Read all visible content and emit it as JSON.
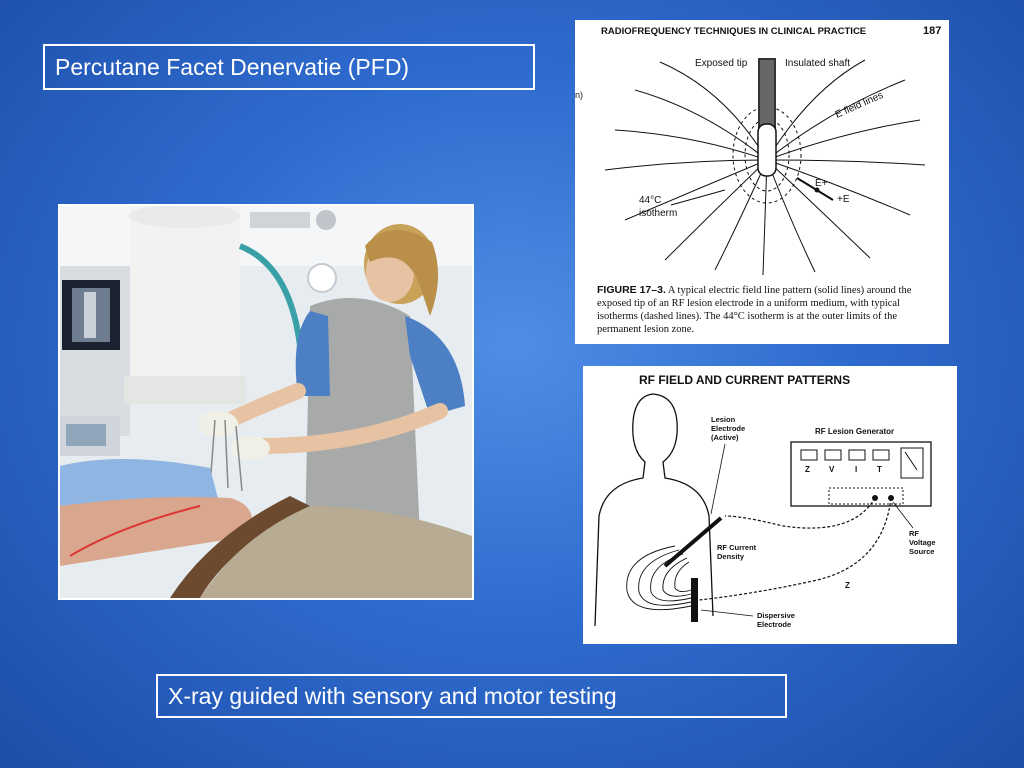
{
  "slide": {
    "title": "Percutane Facet Denervatie (PFD)",
    "caption": "X-ray guided with sensory and motor testing"
  },
  "figure1": {
    "header": "RADIOFREQUENCY TECHNIQUES IN CLINICAL PRACTICE",
    "page_number": "187",
    "label_exposed_tip": "Exposed tip",
    "label_insulated_shaft": "Insulated shaft",
    "label_field_lines": "E field lines",
    "label_isotherm_temp": "44°C",
    "label_isotherm": "isotherm",
    "label_e_plus": "E+",
    "label_plus_e": "+E",
    "margin_fragment": "n)",
    "caption_label": "FIGURE 17–3.",
    "caption_text": "A typical electric field line pattern (solid lines) around the exposed tip of an RF lesion electrode in a uniform medium, with typical isotherms (dashed lines). The 44°C isotherm is at the outer limits of the permanent lesion zone."
  },
  "figure2": {
    "title": "RF FIELD AND CURRENT PATTERNS",
    "label_lesion": "Lesion",
    "label_electrode": "Electrode",
    "label_active": "(Active)",
    "generator_title": "RF Lesion Generator",
    "meter_z": "Z",
    "meter_v": "V",
    "meter_i": "I",
    "meter_t": "T",
    "label_rf": "RF",
    "label_voltage": "Voltage",
    "label_source": "Source",
    "label_current": "RF Current",
    "label_density": "Density",
    "label_z": "Z",
    "label_dispersive": "Dispersive",
    "label_dispersive2": "Electrode"
  },
  "colors": {
    "background": "#2f6ccf",
    "text": "#ffffff"
  }
}
